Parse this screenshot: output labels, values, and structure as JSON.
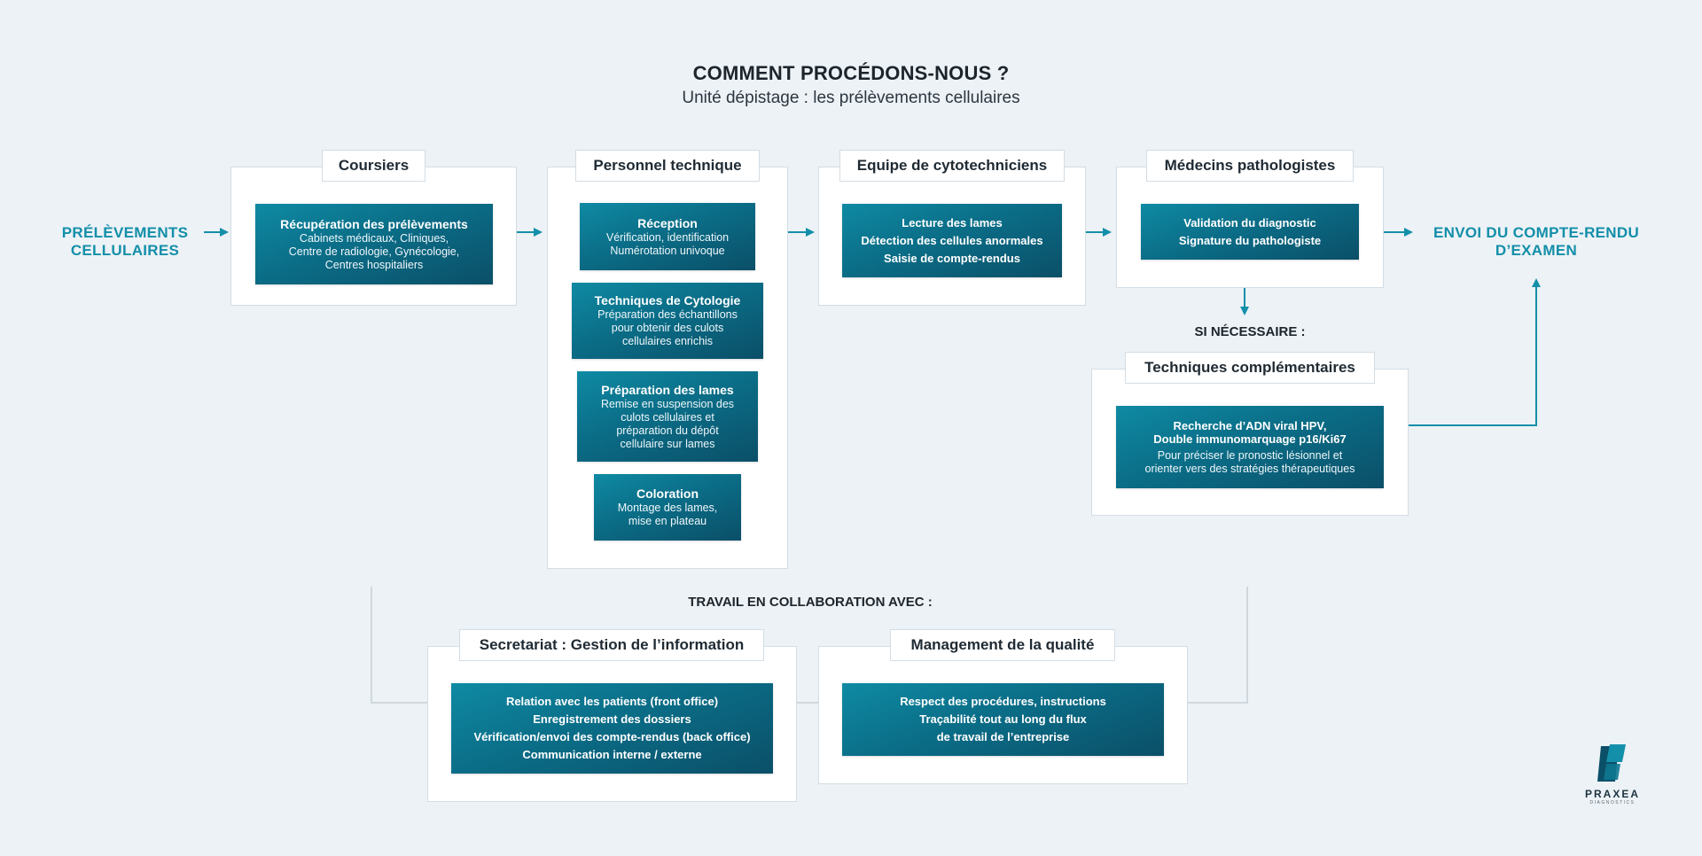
{
  "header": {
    "title": "COMMENT PROCÉDONS-NOUS ?",
    "subtitle": "Unité dépistage : les prélèvements cellulaires"
  },
  "endpoints": {
    "start": [
      "PRÉLÈVEMENTS",
      "CELLULAIRES"
    ],
    "end": [
      "ENVOI DU COMPTE-RENDU",
      "D’EXAMEN"
    ]
  },
  "stages": {
    "coursiers": {
      "label": "Coursiers",
      "card": {
        "title": "Récupération des prélèvements",
        "lines": [
          "Cabinets médicaux, Cliniques,",
          "Centre de radiologie, Gynécologie,",
          "Centres hospitaliers"
        ]
      }
    },
    "personnel": {
      "label": "Personnel technique",
      "cards": [
        {
          "title": "Réception",
          "lines": [
            "Vérification, identification",
            "Numérotation univoque"
          ]
        },
        {
          "title": "Techniques de Cytologie",
          "lines": [
            "Préparation des échantillons",
            "pour obtenir des culots",
            "cellulaires enrichis"
          ]
        },
        {
          "title": "Préparation des lames",
          "lines": [
            "Remise en suspension des",
            "culots cellulaires et",
            "préparation du dépôt",
            "cellulaire sur lames"
          ]
        },
        {
          "title": "Coloration",
          "lines": [
            "Montage des lames,",
            "mise en plateau"
          ]
        }
      ]
    },
    "cyto": {
      "label": "Equipe de cytotechniciens",
      "card": {
        "lines": [
          "Lecture des lames",
          "Détection des cellules anormales",
          "Saisie de compte-rendus"
        ]
      }
    },
    "medecins": {
      "label": "Médecins pathologistes",
      "card": {
        "lines": [
          "Validation du diagnostic",
          "Signature du pathologiste"
        ]
      }
    }
  },
  "complementary": {
    "heading": "SI NÉCESSAIRE :",
    "label": "Techniques complémentaires",
    "card": {
      "title_lines": [
        "Recherche d’ADN viral HPV,",
        "Double immunomarquage p16/Ki67"
      ],
      "lines": [
        "Pour préciser le pronostic lésionnel et",
        "orienter vers des stratégies thérapeutiques"
      ]
    }
  },
  "collaboration": {
    "heading": "TRAVAIL EN COLLABORATION AVEC :",
    "secretariat": {
      "label": "Secretariat : Gestion de l’information",
      "lines": [
        "Relation avec les patients (front office)",
        "Enregistrement des dossiers",
        "Vérification/envoi des compte-rendus (back office)",
        "Communication interne / externe"
      ]
    },
    "qualite": {
      "label": "Management de la qualité",
      "lines": [
        "Respect des procédures, instructions",
        "Traçabilité tout au long du flux",
        "de travail de l’entreprise"
      ]
    }
  },
  "logo": {
    "name": "PRAXEA",
    "tagline": "DIAGNOSTICS"
  },
  "colors": {
    "accent": "#138fa9",
    "card_dark": "#0b4f68",
    "panel_border": "#d3dde4",
    "background": "#edf2f6"
  }
}
